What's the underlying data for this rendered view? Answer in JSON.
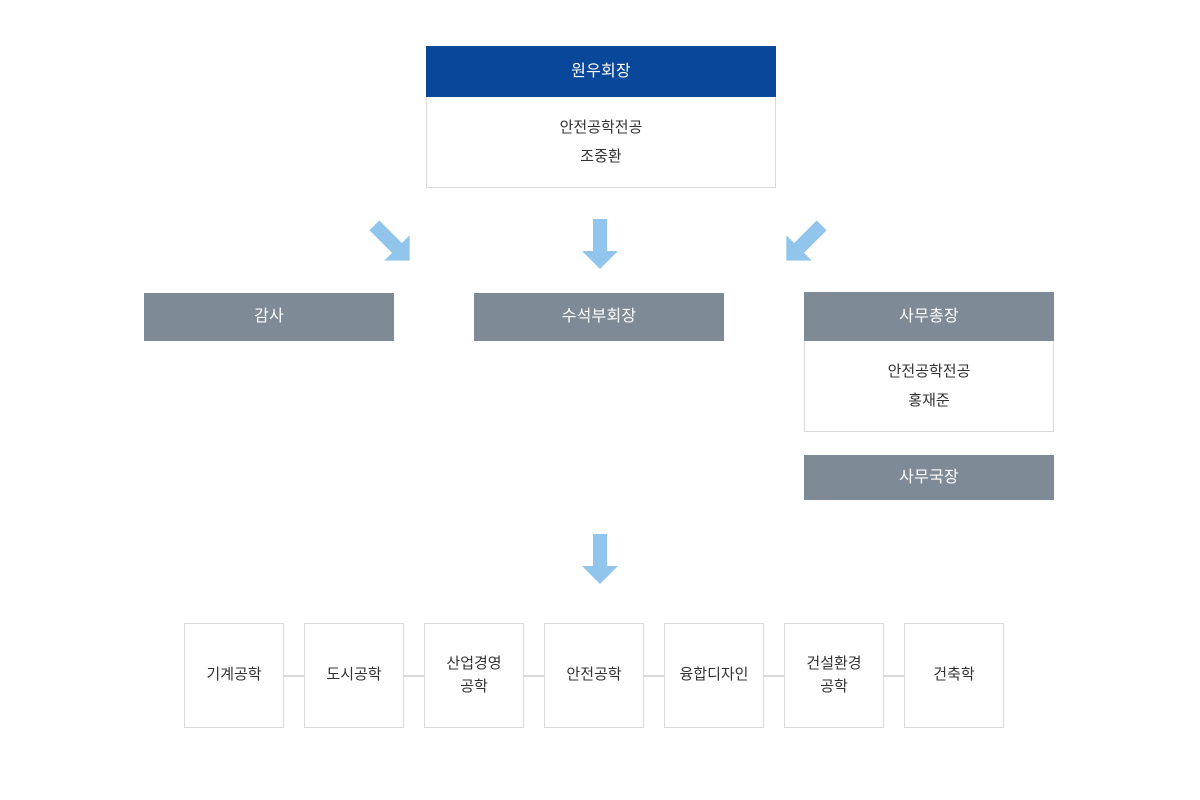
{
  "chart": {
    "title_color_primary": "#09479a",
    "title_color_secondary": "#7e8a96",
    "arrow_color": "#92c5ec",
    "border_color": "#d9d9d9"
  },
  "president": {
    "role": "원우회장",
    "major": "안전공학전공",
    "name": "조중환"
  },
  "auditor": {
    "role": "감사"
  },
  "senior_vp": {
    "role": "수석부회장"
  },
  "secretary_general": {
    "role": "사무총장",
    "major": "안전공학전공",
    "name": "홍재준"
  },
  "office_director": {
    "role": "사무국장"
  },
  "arrows": [
    {
      "name": "arrow-to-auditor",
      "direction": "down-left"
    },
    {
      "name": "arrow-to-senior-vp",
      "direction": "down"
    },
    {
      "name": "arrow-to-secretary-general",
      "direction": "down-right"
    },
    {
      "name": "arrow-to-departments",
      "direction": "down"
    }
  ],
  "departments": [
    {
      "label": "기계공학"
    },
    {
      "label": "도시공학"
    },
    {
      "label": "산업경영\n공학"
    },
    {
      "label": "안전공학"
    },
    {
      "label": "융합디자인"
    },
    {
      "label": "건설환경\n공학"
    },
    {
      "label": "건축학"
    }
  ]
}
